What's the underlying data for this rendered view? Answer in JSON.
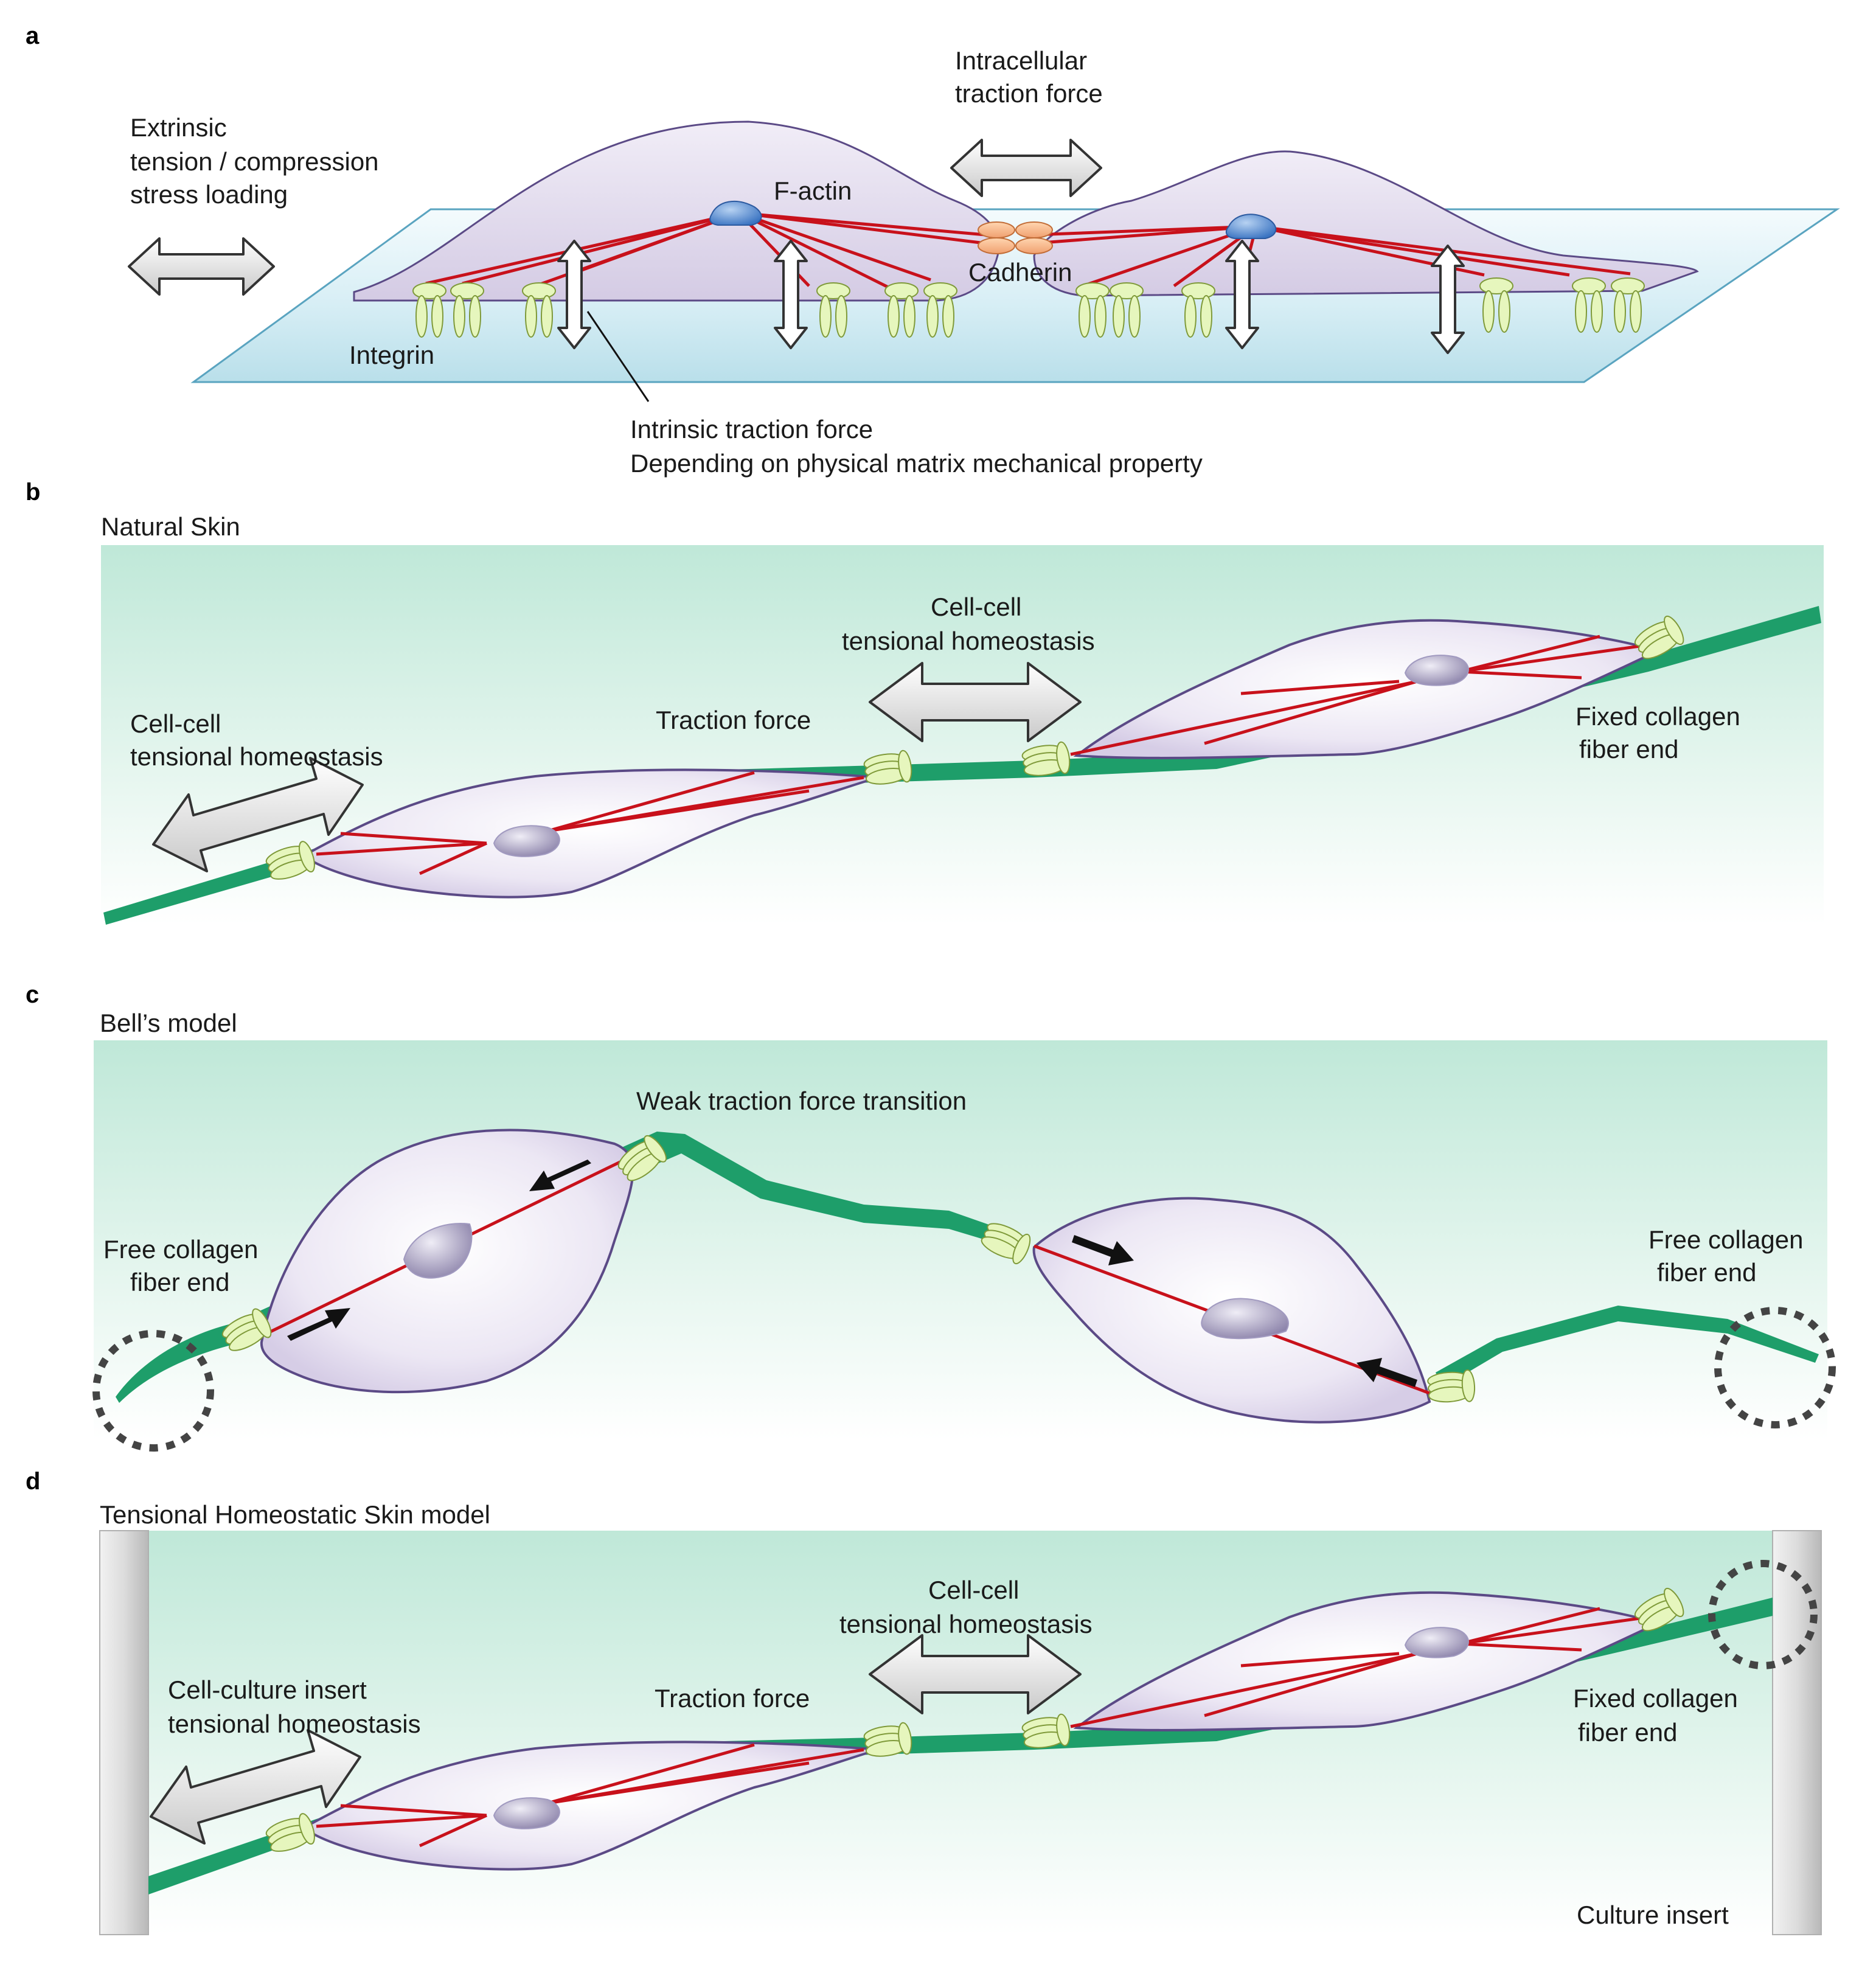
{
  "panels": {
    "a": {
      "letter": "a",
      "extrinsic": [
        "Extrinsic",
        "tension / compression",
        "stress loading"
      ],
      "intracellular": [
        "Intracellular",
        "traction force"
      ],
      "factin": "F-actin",
      "cadherin": "Cadherin",
      "integrin": "Integrin",
      "intrinsic": [
        "Intrinsic traction force",
        "Depending on physical matrix mechanical property"
      ]
    },
    "b": {
      "letter": "b",
      "title": "Natural Skin",
      "cellcell_center": [
        "Cell-cell",
        "tensional homeostasis"
      ],
      "cellcell_left": [
        "Cell-cell",
        "tensional homeostasis"
      ],
      "traction": "Traction force",
      "fixed": [
        "Fixed collagen",
        "fiber end"
      ]
    },
    "c": {
      "letter": "c",
      "title": "Bell’s model",
      "weak": "Weak traction force transition",
      "free_left": [
        "Free collagen",
        "fiber end"
      ],
      "free_right": [
        "Free collagen",
        "fiber end"
      ]
    },
    "d": {
      "letter": "d",
      "title": "Tensional Homeostatic Skin model",
      "cellcell_center": [
        "Cell-cell",
        "tensional homeostasis"
      ],
      "insert_left": [
        "Cell-culture insert",
        "tensional homeostasis"
      ],
      "traction": "Traction force",
      "fixed": [
        "Fixed collagen",
        "fiber end"
      ],
      "culture_insert": "Culture insert"
    }
  },
  "colors": {
    "cell_outline": "#5b4a86",
    "actin": "#c8111b",
    "collagen": "#1e9e6a",
    "integrin": "#e2f4b6",
    "nucleus": "#8e84ad",
    "substrate": "#cfe9f1",
    "tissue": "#bde8d6"
  }
}
